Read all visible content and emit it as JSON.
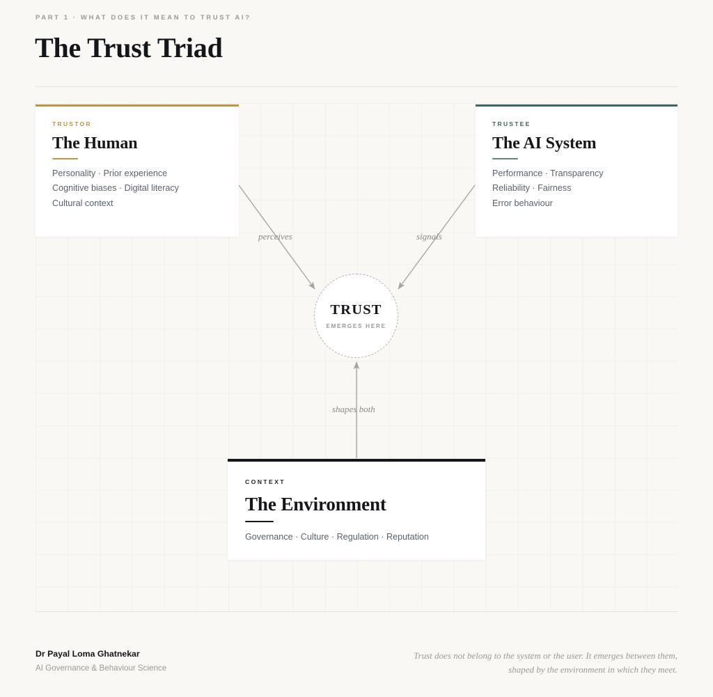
{
  "header": {
    "kicker": "PART 1 · WHAT DOES IT MEAN TO TRUST AI?",
    "title": "The Trust Triad"
  },
  "colors": {
    "background": "#faf8f4",
    "card_surface": "#ffffff",
    "grid_line": "#f2efe8",
    "rule": "#e4e2dd",
    "gold_accent": "#c2943f",
    "teal_accent": "#3d6460",
    "ink": "#15161a",
    "body_text": "#5b626b",
    "muted_text": "#9b9a95",
    "connector": "#a8a59d"
  },
  "diagram": {
    "nodes": {
      "human": {
        "eyebrow": "TRUSTOR",
        "title": "The Human",
        "accent": "#c2943f",
        "attributes": [
          "Personality · Prior experience",
          "Cognitive biases · Digital literacy",
          "Cultural context"
        ]
      },
      "ai": {
        "eyebrow": "TRUSTEE",
        "title": "The AI System",
        "accent": "#3d6460",
        "attributes": [
          "Performance · Transparency",
          "Reliability · Fairness",
          "Error behaviour"
        ]
      },
      "environment": {
        "eyebrow": "CONTEXT",
        "title": "The Environment",
        "accent": "#15161a",
        "attributes": [
          "Governance · Culture · Regulation · Reputation"
        ]
      },
      "trust": {
        "title": "TRUST",
        "subtitle": "EMERGES HERE"
      }
    },
    "edges": [
      {
        "from": "human",
        "to": "trust",
        "label": "perceives"
      },
      {
        "from": "ai",
        "to": "trust",
        "label": "signals"
      },
      {
        "from": "environment",
        "to": "trust",
        "label": "shapes both"
      }
    ]
  },
  "footer": {
    "author": "Dr Payal Loma Ghatnekar",
    "role": "AI Governance & Behaviour Science",
    "quote": "Trust does not belong to the system or the user. It emerges between them, shaped by the environment in which they meet."
  }
}
